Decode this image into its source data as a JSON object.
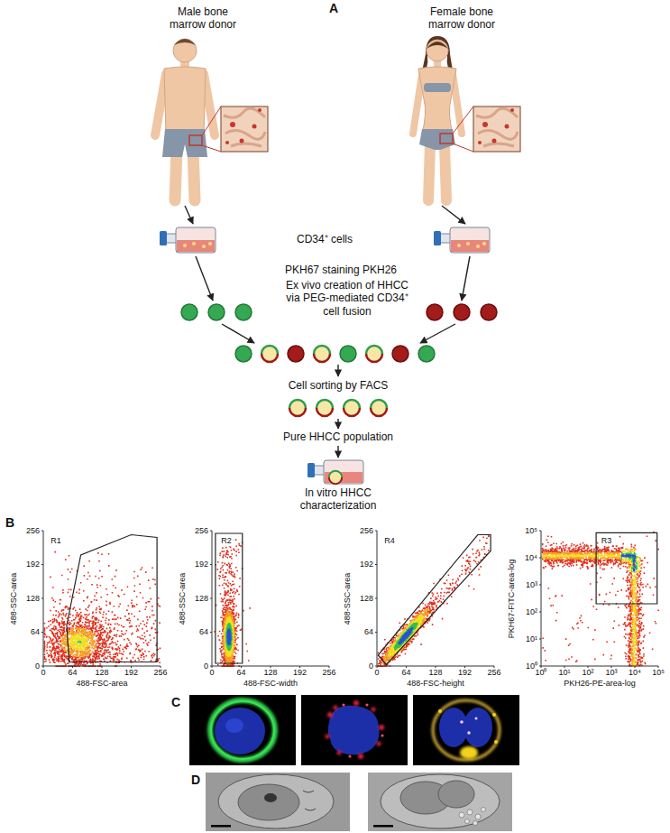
{
  "diagram": {
    "labels": [
      "A",
      "Male bone marrow donor",
      "Female bone marrow donor",
      "CD34⁺ cells",
      "PKH67 staining PKH26",
      "Ex vivo creation of HHCC via PEG-mediated CD34⁺ cell fusion",
      "Cell sorting by FACS",
      "Pure HHCC population",
      "In vitro HHCC characterization",
      "B",
      "R1",
      "488-SSC-area",
      "256",
      "192",
      "128",
      "64",
      "0",
      "0",
      "64",
      "128",
      "192",
      "256",
      "488-FSC-area",
      "R2",
      "488-SSC-area",
      "256",
      "192",
      "128",
      "64",
      "0",
      "0",
      "64",
      "128",
      "192",
      "256",
      "488-FSC-width",
      "R4",
      "488-SSC-area",
      "256",
      "192",
      "128",
      "64",
      "0",
      "0",
      "64",
      "128",
      "192",
      "256",
      "488-FSC-height",
      "R3",
      "PKH67-FITC-area-log",
      "10⁵",
      "10⁴",
      "10³",
      "10²",
      "10¹",
      "10⁰",
      "10⁰",
      "10¹",
      "10²",
      "10³",
      "10⁴",
      "10⁵",
      "PKH26-PE-area-log",
      "C",
      "D"
    ]
  }
}
